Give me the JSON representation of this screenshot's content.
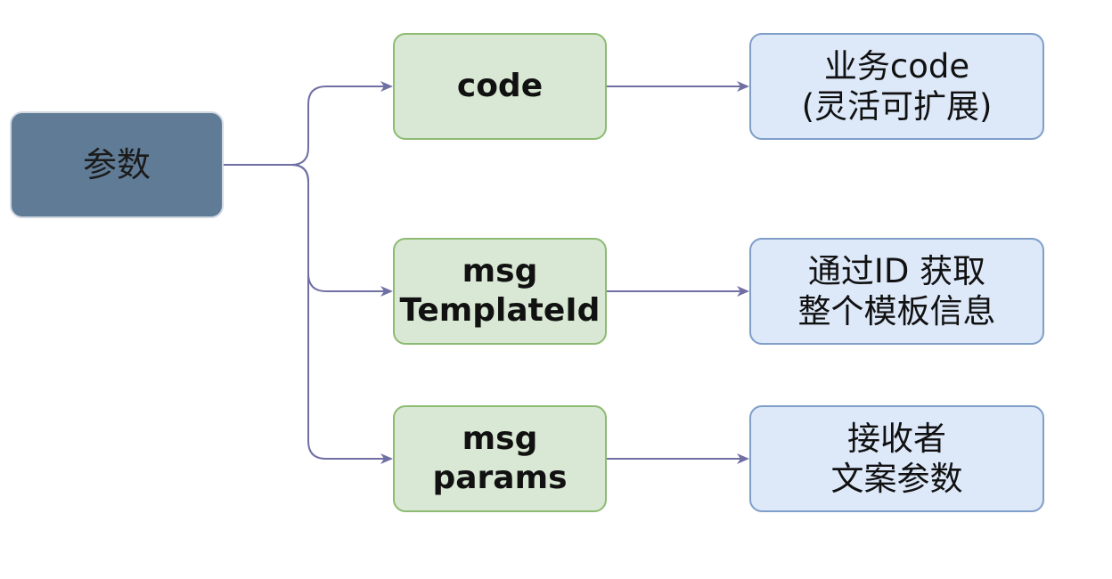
{
  "diagram": {
    "root": {
      "label": "参数"
    },
    "branches": [
      {
        "param": [
          "code"
        ],
        "description": [
          "业务code",
          "(灵活可扩展)"
        ]
      },
      {
        "param": [
          "msg",
          "TemplateId"
        ],
        "description": [
          "通过ID 获取",
          "整个模板信息"
        ]
      },
      {
        "param": [
          "msg",
          "params"
        ],
        "description": [
          "接收者",
          "文案参数"
        ]
      }
    ],
    "colors": {
      "root_fill": "#607b95",
      "param_fill": "#d9e8d4",
      "param_border": "#8dbb72",
      "desc_fill": "#dde8f9",
      "desc_border": "#7f9ec8",
      "connector": "#6f6fa3"
    }
  }
}
